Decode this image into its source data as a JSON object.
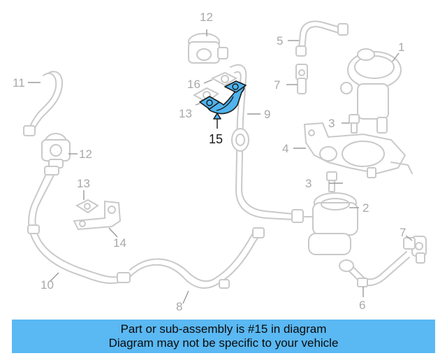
{
  "callouts": {
    "c1": "1",
    "c2": "2",
    "c3a": "3",
    "c3b": "3",
    "c4": "4",
    "c5": "5",
    "c6": "6",
    "c7a": "7",
    "c7b": "7",
    "c8": "8",
    "c9": "9",
    "c10": "10",
    "c11": "11",
    "c12a": "12",
    "c12b": "12",
    "c13a": "13",
    "c13b": "13",
    "c14": "14",
    "c15": "15",
    "c16": "16"
  },
  "highlight": {
    "part_number": "15",
    "color": "#4fb4ee"
  },
  "banner": {
    "line1": "Part or sub-assembly is #15 in diagram",
    "line2": "Diagram may not be specific to your vehicle",
    "color": "#5ab8f2"
  }
}
